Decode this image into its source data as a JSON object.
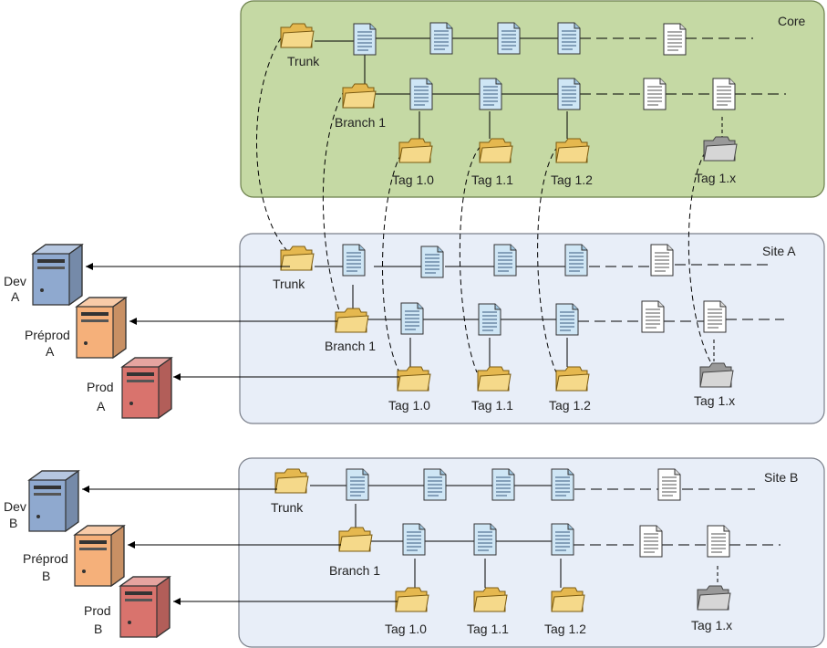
{
  "panels": {
    "core": {
      "title": "Core",
      "fill": "#c5d9a4",
      "stroke": "#6b7f4a"
    },
    "site_a": {
      "title": "Site A",
      "fill": "#e8eef8",
      "stroke": "#7a7f8a"
    },
    "site_b": {
      "title": "Site B",
      "fill": "#e8eef8",
      "stroke": "#7a7f8a"
    }
  },
  "labels": {
    "core": {
      "trunk": "Trunk",
      "branch": "Branch 1",
      "tag10": "Tag 1.0",
      "tag11": "Tag 1.1",
      "tag12": "Tag 1.2",
      "tag1x": "Tag 1.x"
    },
    "site_a": {
      "trunk": "Trunk",
      "branch": "Branch 1",
      "tag10": "Tag 1.0",
      "tag11": "Tag 1.1",
      "tag12": "Tag 1.2",
      "tag1x": "Tag 1.x"
    },
    "site_b": {
      "trunk": "Trunk",
      "branch": "Branch 1",
      "tag10": "Tag 1.0",
      "tag11": "Tag 1.1",
      "tag12": "Tag 1.2",
      "tag1x": "Tag 1.x"
    }
  },
  "servers": {
    "site_a": {
      "dev": {
        "line1": "Dev",
        "line2": "A"
      },
      "preprod": {
        "line1": "Préprod",
        "line2": "A"
      },
      "prod": {
        "line1": "Prod",
        "line2": "A"
      }
    },
    "site_b": {
      "dev": {
        "line1": "Dev",
        "line2": "B"
      },
      "preprod": {
        "line1": "Préprod",
        "line2": "B"
      },
      "prod": {
        "line1": "Prod",
        "line2": "B"
      }
    }
  },
  "colors": {
    "doc_blue": "#cfe6f5",
    "doc_white": "#ffffff",
    "folder_yellow": "#f2d37a",
    "folder_gray": "#bdbdbd",
    "server_dev": "#8fa9cf",
    "server_preprod": "#f5b07a",
    "server_prod": "#d9736d"
  }
}
